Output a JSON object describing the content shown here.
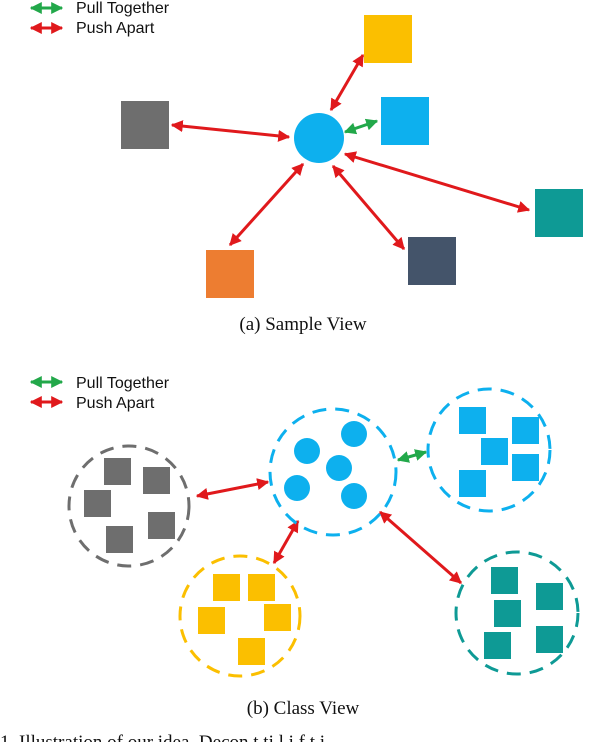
{
  "panel_a": {
    "legend": {
      "pull_label": "Pull Together",
      "push_label": "Push Apart"
    },
    "caption": "(a) Sample View"
  },
  "panel_b": {
    "legend": {
      "pull_label": "Pull Together",
      "push_label": "Push Apart"
    },
    "caption": "(b) Class View"
  },
  "footer_text": "1.   Illustration of our idea. Decon  t ti  l  i  f   t  i",
  "colors": {
    "pull": "#22a84a",
    "push": "#e0191c",
    "anchor": "#0db0ee",
    "yellow": "#fbbf00",
    "gray": "#6e6e6e",
    "teal": "#0e9a95",
    "slate": "#44546a",
    "orange": "#ed7d31"
  }
}
